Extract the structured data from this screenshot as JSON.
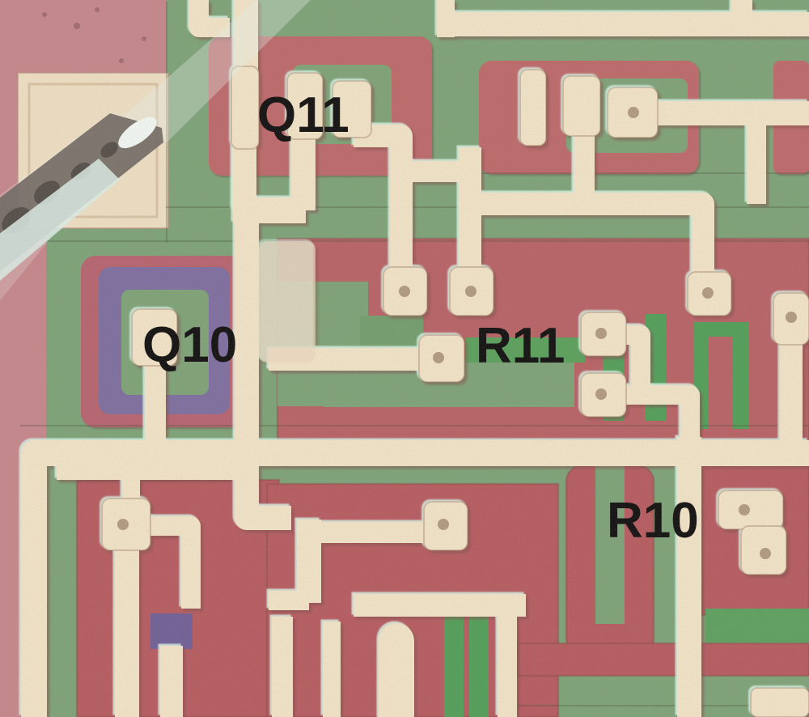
{
  "page": {
    "title": "Integrated-circuit die photograph",
    "description": "Optical microscope photograph of a silicon IC die: cream metal interconnect over green and red doped regions, a probe needle touching a bond pad at upper left, with annotated transistors and resistors."
  },
  "annotations": {
    "q11": {
      "label": "Q11"
    },
    "q10": {
      "label": "Q10"
    },
    "r11": {
      "label": "R11"
    },
    "r10": {
      "label": "R10"
    }
  },
  "palette": {
    "substrate_pink": "#c4868a",
    "diffusion_red": "#b76164",
    "base_red": "#bc686b",
    "field_green": "#7ba377",
    "slot_green": "#4f9e57",
    "metal_cream": "#f2e5c8",
    "purple_ring": "#7b6da0",
    "needle_gray": "#6f6963",
    "needle_highlight": "#dcefe7",
    "label_black": "#0d0d0d"
  }
}
